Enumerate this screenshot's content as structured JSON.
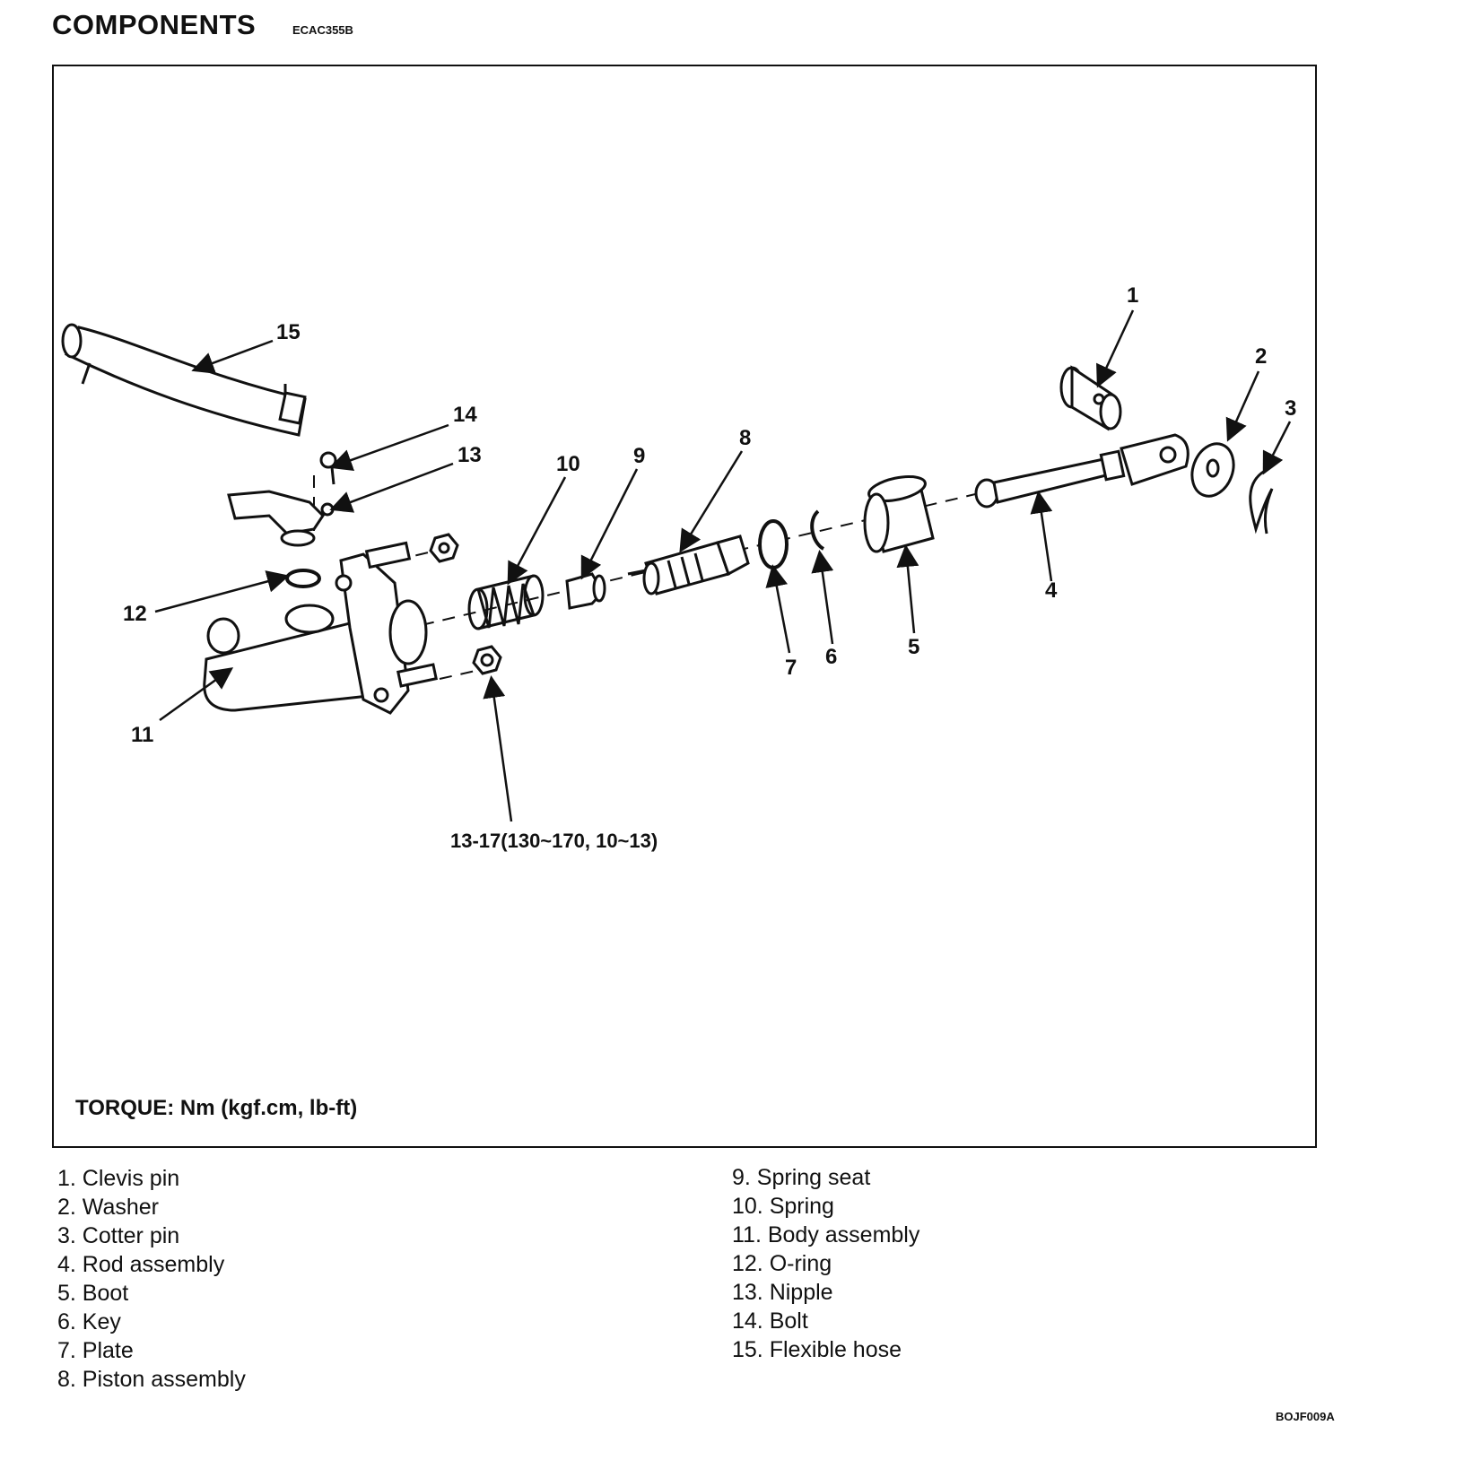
{
  "header": {
    "title": "COMPONENTS",
    "code": "ECAC355B"
  },
  "diagram": {
    "torque_note": "TORQUE: Nm (kgf.cm, lb-ft)",
    "torque_spec": "13-17(130~170, 10~13)",
    "callouts": [
      "1",
      "2",
      "3",
      "4",
      "5",
      "6",
      "7",
      "8",
      "9",
      "10",
      "11",
      "12",
      "13",
      "14",
      "15"
    ]
  },
  "legend": {
    "left": [
      "1. Clevis pin",
      "2. Washer",
      "3. Cotter pin",
      "4. Rod assembly",
      "5. Boot",
      "6. Key",
      "7. Plate",
      "8. Piston assembly"
    ],
    "right": [
      "9. Spring seat",
      "10. Spring",
      "11. Body assembly",
      "12. O-ring",
      "13. Nipple",
      "14. Bolt",
      "15. Flexible hose"
    ]
  },
  "footer": {
    "figure_code": "BOJF009A"
  }
}
